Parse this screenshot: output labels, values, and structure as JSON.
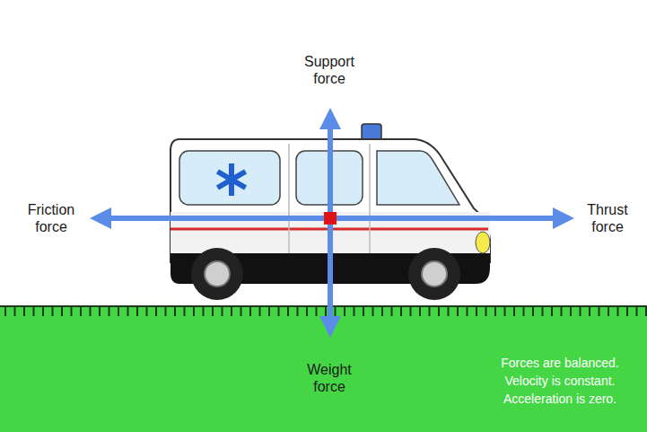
{
  "diagram": {
    "labels": [
      "Support force",
      "Friction force",
      "Thrust force",
      "Weight force",
      "Forces are balanced.",
      "Velocity is constant.",
      "Acceleration is zero."
    ]
  }
}
